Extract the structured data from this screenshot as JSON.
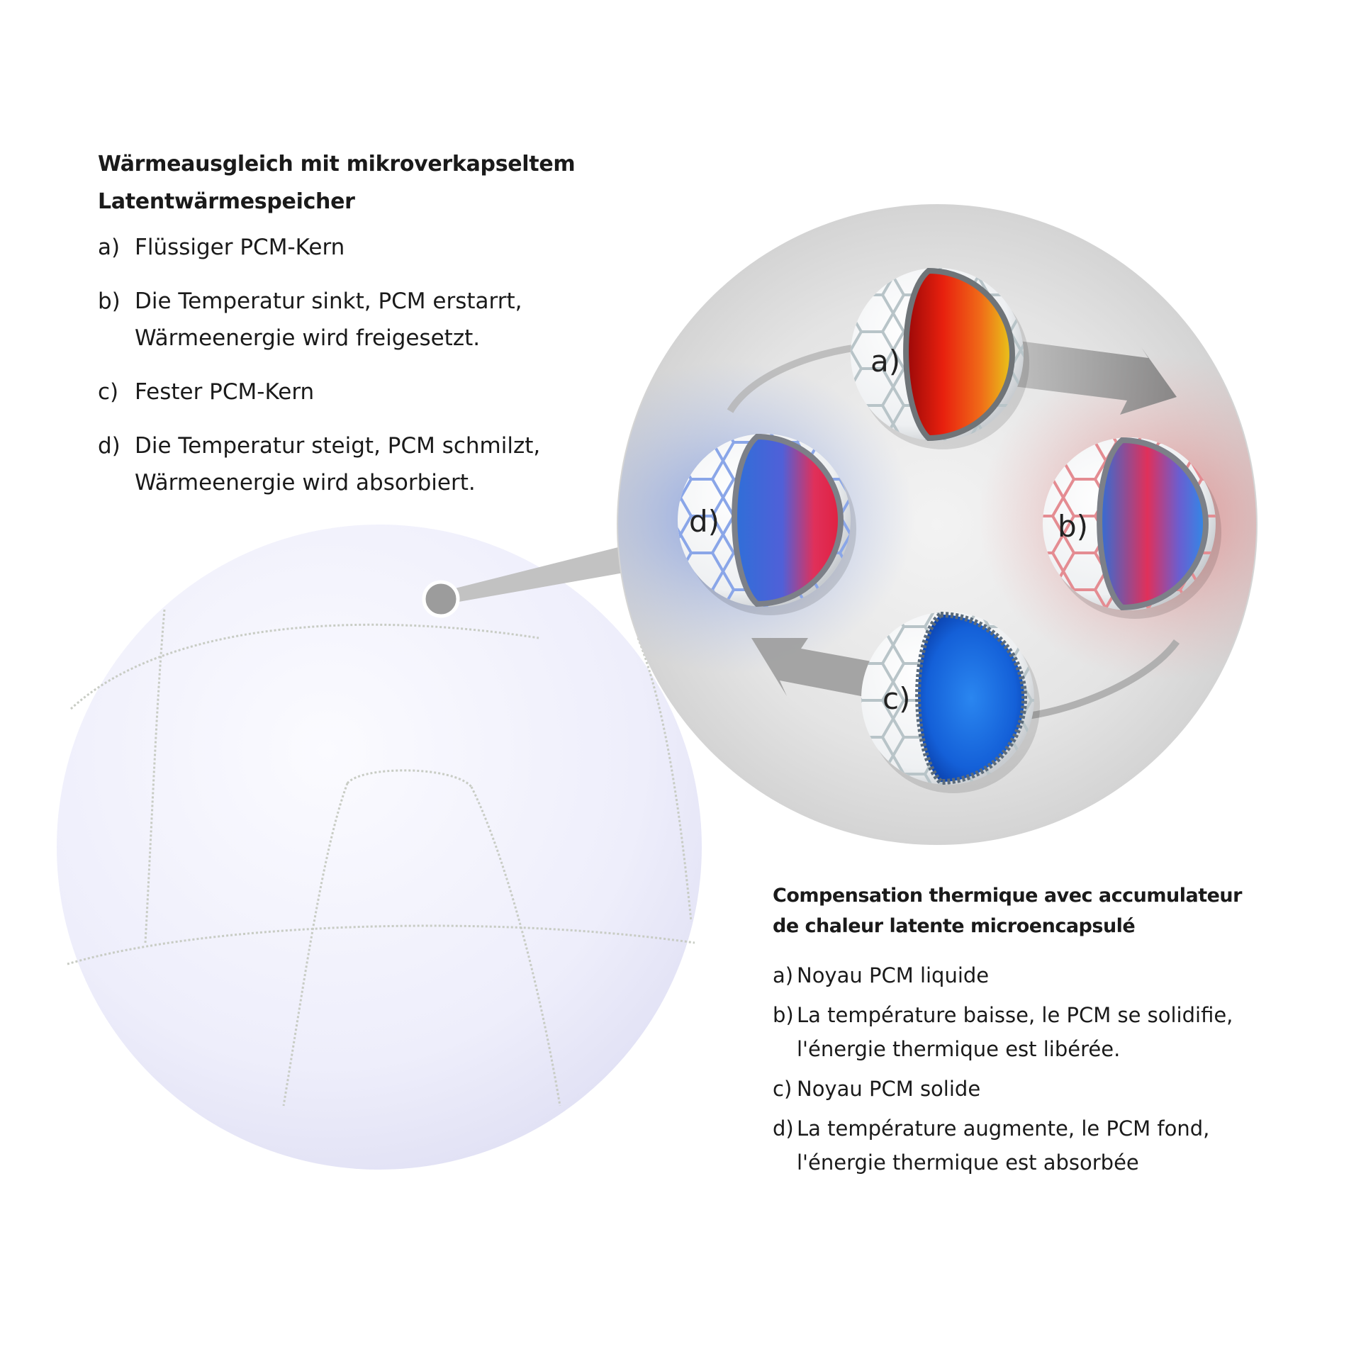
{
  "german": {
    "title_line1": "Wärmeausgleich mit mikroverkapseltem",
    "title_line2": "Latentwärmespeicher",
    "items": [
      {
        "letter": "a)",
        "line1": "Flüssiger PCM-Kern",
        "line2": ""
      },
      {
        "letter": "b)",
        "line1": "Die Temperatur sinkt, PCM erstarrt,",
        "line2": "Wärmeenergie wird freigesetzt."
      },
      {
        "letter": "c)",
        "line1": "Fester PCM-Kern",
        "line2": ""
      },
      {
        "letter": "d)",
        "line1": "Die Temperatur steigt, PCM schmilzt,",
        "line2": "Wärmeenergie wird absorbiert."
      }
    ]
  },
  "french": {
    "title_line1": "Compensation thermique avec accumulateur",
    "title_line2": "de chaleur latente microencapsulé",
    "items": [
      {
        "letter": "a)",
        "line1": "Noyau PCM liquide",
        "line2": ""
      },
      {
        "letter": "b)",
        "line1": "La température baisse, le PCM se solidifie,",
        "line2": "l'énergie thermique est libérée."
      },
      {
        "letter": "c)",
        "line1": "Noyau PCM solide",
        "line2": ""
      },
      {
        "letter": "d)",
        "line1": "La température augmente, le PCM  fond,",
        "line2": "l'énergie thermique est absorbée"
      }
    ]
  },
  "capsule_labels": {
    "a": "a)",
    "b": "b)",
    "c": "c)",
    "d": "d)"
  }
}
